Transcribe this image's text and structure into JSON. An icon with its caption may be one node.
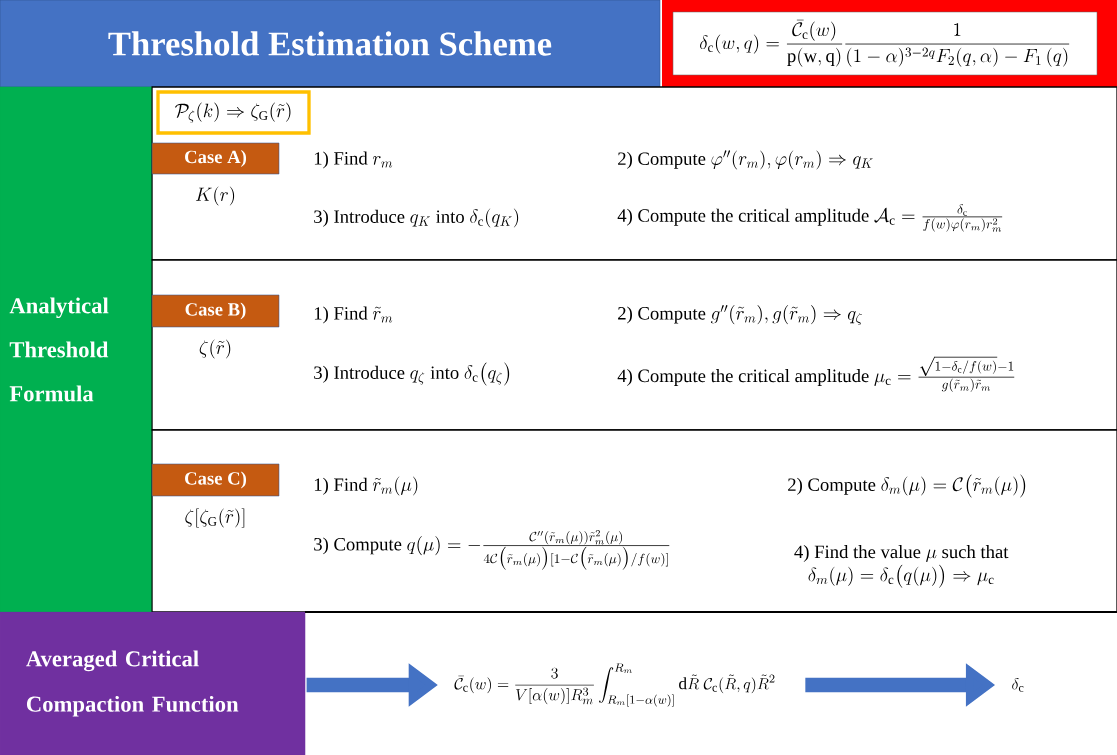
{
  "diagram": {
    "title": "Threshold Estimation Scheme",
    "nodes": [
      {
        "text": [
          "\\delta_{\\mathrm{c}}(w,q)=\\frac{\\bar{\\mathcal{C}}_{\\mathrm{c}}(w)}{\\mathrm{p(w,q)}}\\frac{1}{(1-\\alpha)^{3-2q}F_2(q,\\alpha)-F_1\\,(q)}"
        ]
      },
      {
        "text": [
          "Analytical Threshold Formula"
        ]
      },
      {
        "text": [
          "\\text{1) Find } r_m",
          "\\text{2) Compute } \\varphi''(r_m),\\varphi(r_m)\\Rightarrow q_K",
          "\\text{3) Introduce } q_K\\text{ into }\\delta_{\\mathrm{c}}(q_K)",
          "\\text{4) Compute the critical amplitude } \\mathcal{A}_{\\mathrm{c}}=\\frac{\\delta_{\\mathrm{c}}}{f(w)\\varphi(r_m)r_m^2}"
        ]
      },
      {
        "text": [
          "\\mathcal{P}_\\zeta(k)\\Rightarrow\\zeta_{\\mathrm{G}}(\\tilde r)"
        ],
        "in": 2
      },
      {
        "text": [
          "Case A)"
        ],
        "in": 2,
        "beside": [
          "K(r)"
        ]
      },
      {
        "text": [
          "\\text{1) Find } \\tilde r_m",
          "\\text{2) Compute } g''(\\tilde r_m),g(\\tilde r_m)\\Rightarrow q_\\zeta",
          "\\text{3) Introduce } q_\\zeta\\text{ into }\\delta_{\\mathrm{c}}\\big(q_\\zeta\\big)",
          "\\text{4) Compute the critical amplitude } \\mu_{\\mathrm{c}}=\\frac{\\sqrt{1-\\delta_{\\mathrm{c}}/f(w)}-1}{g(\\tilde r_m)\\tilde r_m}"
        ]
      },
      {
        "text": [
          "Case B)"
        ],
        "in": 5,
        "beside": [
          "\\zeta(\\tilde r)"
        ]
      },
      {
        "text": [
          "\\text{1) Find } \\tilde r_m(\\mu)",
          "\\text{2) Compute } \\delta_m(\\mu)=\\mathcal{C}\\big(\\tilde r_m(\\mu)\\big)",
          "\\text{3) Compute } q(\\mu)=-\\frac{\\mathcal{C}''(\\tilde r_m(\\mu))\\tilde r_m^2(\\mu)}{4\\mathcal{C}\\big(\\tilde r_m(\\mu)\\big)[1-\\mathcal{C}\\big(\\tilde r_m(\\mu)\\big)/f(w)]}",
          "\\begin{array}{c}\\text{4) Find the value } \\mu\\text{ such that}\\\\ \\delta_m(\\mu)=\\delta_{\\mathrm{c}}\\big(q(\\mu)\\big)\\Rightarrow\\mu_{\\mathrm{c}}\\end{array}"
        ]
      },
      {
        "text": [
          "Case C)"
        ],
        "in": 7,
        "beside": [
          "\\zeta[\\zeta_{\\mathrm{G}}(\\tilde r)]"
        ]
      },
      {
        "text": [
          "Averaged Critical Compaction Function"
        ]
      },
      {
        "text": [
          "\\bar{\\mathcal{C}}_{\\mathrm{c}}(w)=\\frac{3}{V[\\alpha(w)]R_m^3}\\int_{R_m[1-\\alpha(w)]}^{R_m}\\mathrm{d}\\tilde R\\;\\mathcal{C}_{\\mathrm{c}}(\\tilde R,q)\\tilde R^2"
        ]
      },
      {
        "text": [
          "\\delta_{\\mathrm{c}}"
        ]
      }
    ],
    "edges": [
      {
        "from": 9,
        "to": 10,
        "arrow": "to"
      },
      {
        "from": 10,
        "to": 11,
        "arrow": "to"
      }
    ]
  }
}
